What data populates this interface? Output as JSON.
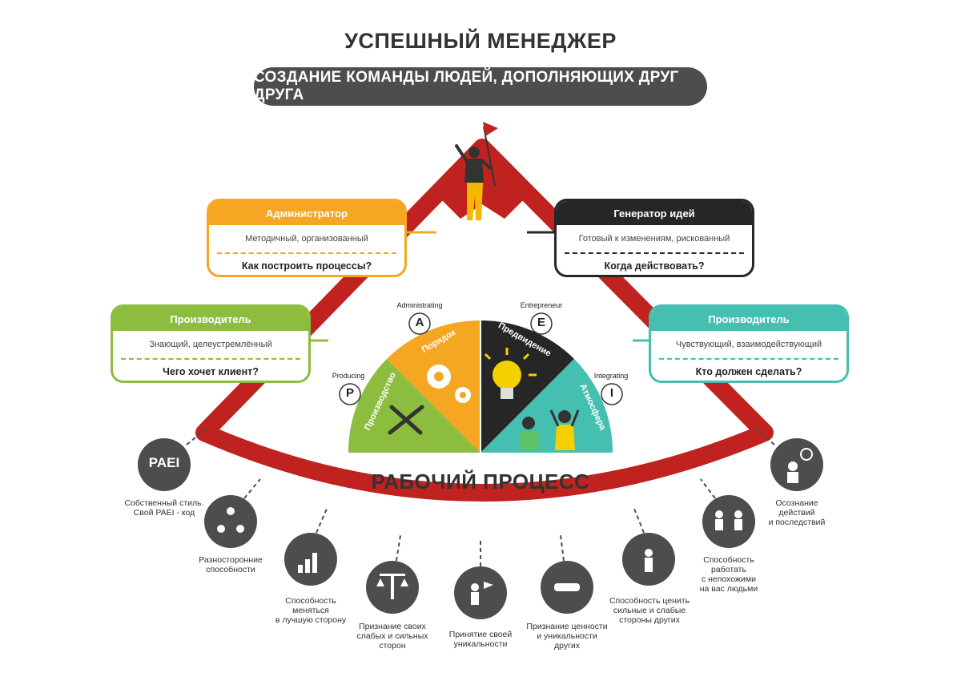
{
  "title": "УСПЕШНЫЙ МЕНЕДЖЕР",
  "subtitle": "СОЗДАНИЕ КОМАНДЫ ЛЮДЕЙ, ДОПОЛНЯЮЩИХ ДРУГ ДРУГА",
  "cards": [
    {
      "id": "administrator",
      "head": "Администратор",
      "desc": "Методичный, организованный",
      "question": "Как построить процессы?",
      "color": "#f5a623"
    },
    {
      "id": "idea-generator",
      "head": "Генератор идей",
      "desc": "Готовый к изменениям, рискованный",
      "question": "Когда действовать?",
      "color": "#262626"
    },
    {
      "id": "producer",
      "head": "Производитель",
      "desc": "Знающий, целеустремлённый",
      "question": "Чего хочет клиент?",
      "color": "#8cbd3f"
    },
    {
      "id": "integrator",
      "head": "Производитель",
      "desc": "Чувствующий, взаимодействующий",
      "question": "Кто должен сделать?",
      "color": "#45bfb0"
    }
  ],
  "paei": {
    "producing": {
      "letter": "P",
      "tag": "Producing",
      "sector": "Производство"
    },
    "administrating": {
      "letter": "A",
      "tag": "Administrating",
      "sector": "Порядок"
    },
    "entrepreneur": {
      "letter": "E",
      "tag": "Entrepreneur",
      "sector": "Предвидение"
    },
    "integrating": {
      "letter": "I",
      "tag": "Integrating",
      "sector": "Атмосфера"
    }
  },
  "process_title": "РАБОЧИЙ ПРОЦЕСС",
  "paei_badge": "PAEI",
  "skills": [
    {
      "lines": [
        "Собственный стиль.",
        "Свой PAEI - код"
      ]
    },
    {
      "lines": [
        "Разносторонние",
        "способности"
      ]
    },
    {
      "lines": [
        "Способность",
        "меняться",
        "в лучшую сторону"
      ]
    },
    {
      "lines": [
        "Признание своих",
        "слабых и сильных",
        "сторон"
      ]
    },
    {
      "lines": [
        "Принятие своей",
        "уникальности"
      ]
    },
    {
      "lines": [
        "Признание ценности",
        "и уникальности",
        "других"
      ]
    },
    {
      "lines": [
        "Способность ценить",
        "сильные и слабые",
        "стороны других"
      ]
    },
    {
      "lines": [
        "Способность",
        "работать",
        "с непохожими",
        "на вас людьми"
      ]
    },
    {
      "lines": [
        "Осознание",
        "действий",
        "и последствий"
      ]
    }
  ],
  "colors": {
    "red": "#c0221f",
    "gray": "#4d4d4d",
    "orange": "#f5a623",
    "green": "#8cbd3f",
    "teal": "#45bfb0",
    "black": "#262626"
  }
}
